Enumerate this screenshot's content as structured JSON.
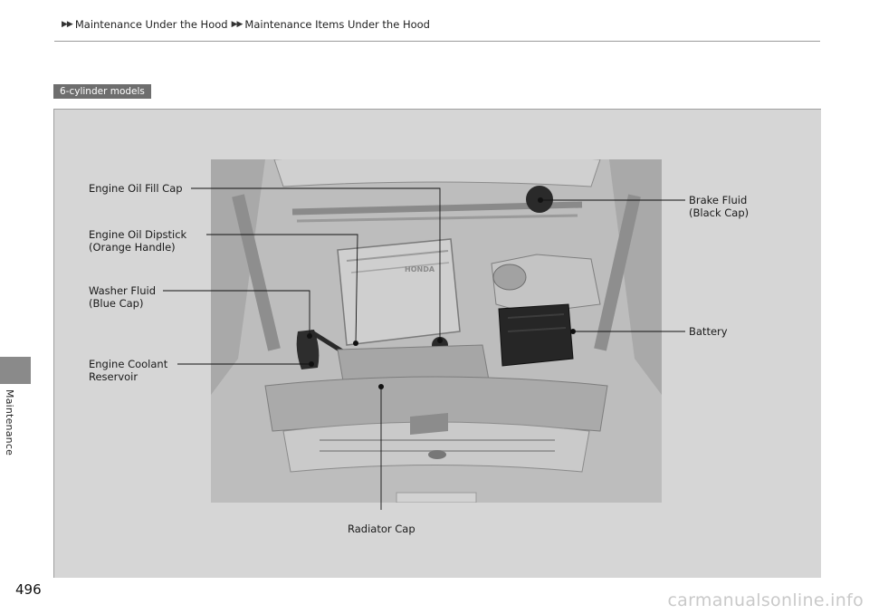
{
  "breadcrumb": {
    "items": [
      "Maintenance Under the Hood",
      "Maintenance Items Under the Hood"
    ],
    "arrow_glyph": "▶▶"
  },
  "sidebar": {
    "section_label": "Maintenance"
  },
  "page_number": "496",
  "figure": {
    "model_tag": "6-cylinder models",
    "callouts": {
      "oil_fill_cap": "Engine Oil Fill Cap",
      "oil_dipstick_1": "Engine Oil Dipstick",
      "oil_dipstick_2": "(Orange Handle)",
      "washer_fluid_1": "Washer Fluid",
      "washer_fluid_2": "(Blue Cap)",
      "coolant_1": "Engine Coolant",
      "coolant_2": "Reservoir",
      "brake_fluid_1": "Brake Fluid",
      "brake_fluid_2": "(Black Cap)",
      "battery": "Battery",
      "radiator_cap": "Radiator Cap"
    },
    "engine_cover_brand": "HONDA"
  },
  "watermark": "carmanualsonline.info",
  "colors": {
    "panel": "#d6d6d6",
    "tag": "#6e6e6e",
    "side_tab": "#8a8a8a"
  }
}
